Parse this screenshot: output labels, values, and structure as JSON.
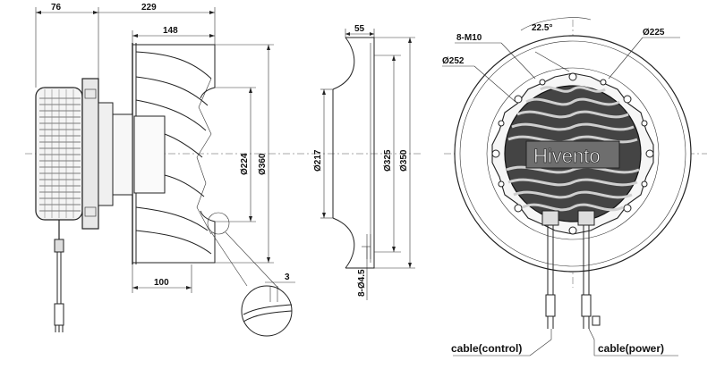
{
  "brand": "Hivento",
  "side_view": {
    "dim_motor_width": "76",
    "dim_total_width": "229",
    "dim_impeller_depth": "148",
    "dim_inlet_length": "100",
    "dim_inner_diameter": "Ø224",
    "dim_outer_diameter": "Ø360",
    "detail_dim": "3"
  },
  "ring_view": {
    "dim_depth": "55",
    "dim_inner": "Ø217",
    "dim_bolt_circle": "Ø325",
    "dim_outer": "Ø350",
    "dim_holes": "8-Ø4.5"
  },
  "front_view": {
    "dim_angle": "22.5°",
    "dim_screws": "8-M10",
    "dim_flange": "Ø225",
    "dim_motor": "Ø252"
  },
  "cables": {
    "control": "cable(control)",
    "power": "cable(power)"
  }
}
